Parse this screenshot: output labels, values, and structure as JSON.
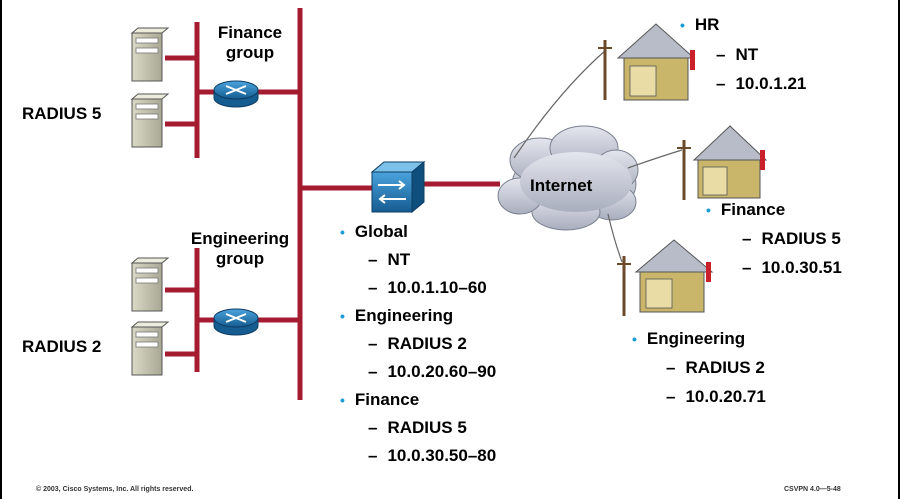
{
  "labels": {
    "finance_group": [
      "Finance",
      "group"
    ],
    "engineering_group": [
      "Engineering",
      "group"
    ],
    "radius5_server": "RADIUS 5",
    "radius2_server": "RADIUS 2",
    "internet": "Internet"
  },
  "central_list": [
    {
      "title": "Global",
      "items": [
        "NT",
        "10.0.1.10–60"
      ]
    },
    {
      "title": "Engineering",
      "items": [
        "RADIUS 2",
        "10.0.20.60–90"
      ]
    },
    {
      "title": "Finance",
      "items": [
        "RADIUS 5",
        "10.0.30.50–80"
      ]
    }
  ],
  "remote_hr": {
    "title": "HR",
    "items": [
      "NT",
      "10.0.1.21"
    ]
  },
  "remote_finance": {
    "title": "Finance",
    "items": [
      "RADIUS 5",
      "10.0.30.51"
    ]
  },
  "remote_engineering": {
    "title": "Engineering",
    "items": [
      "RADIUS 2",
      "10.0.20.71"
    ]
  },
  "footer": {
    "copyright": "© 2003, Cisco Systems, Inc. All rights reserved.",
    "course": "CSVPN 4.0—5-48"
  },
  "colors": {
    "link_red": "#a51c30",
    "router_blue": "#1c6fa8",
    "bullet_blue": "#1a9bd7",
    "cloud_gray": "#c8ccd6"
  }
}
